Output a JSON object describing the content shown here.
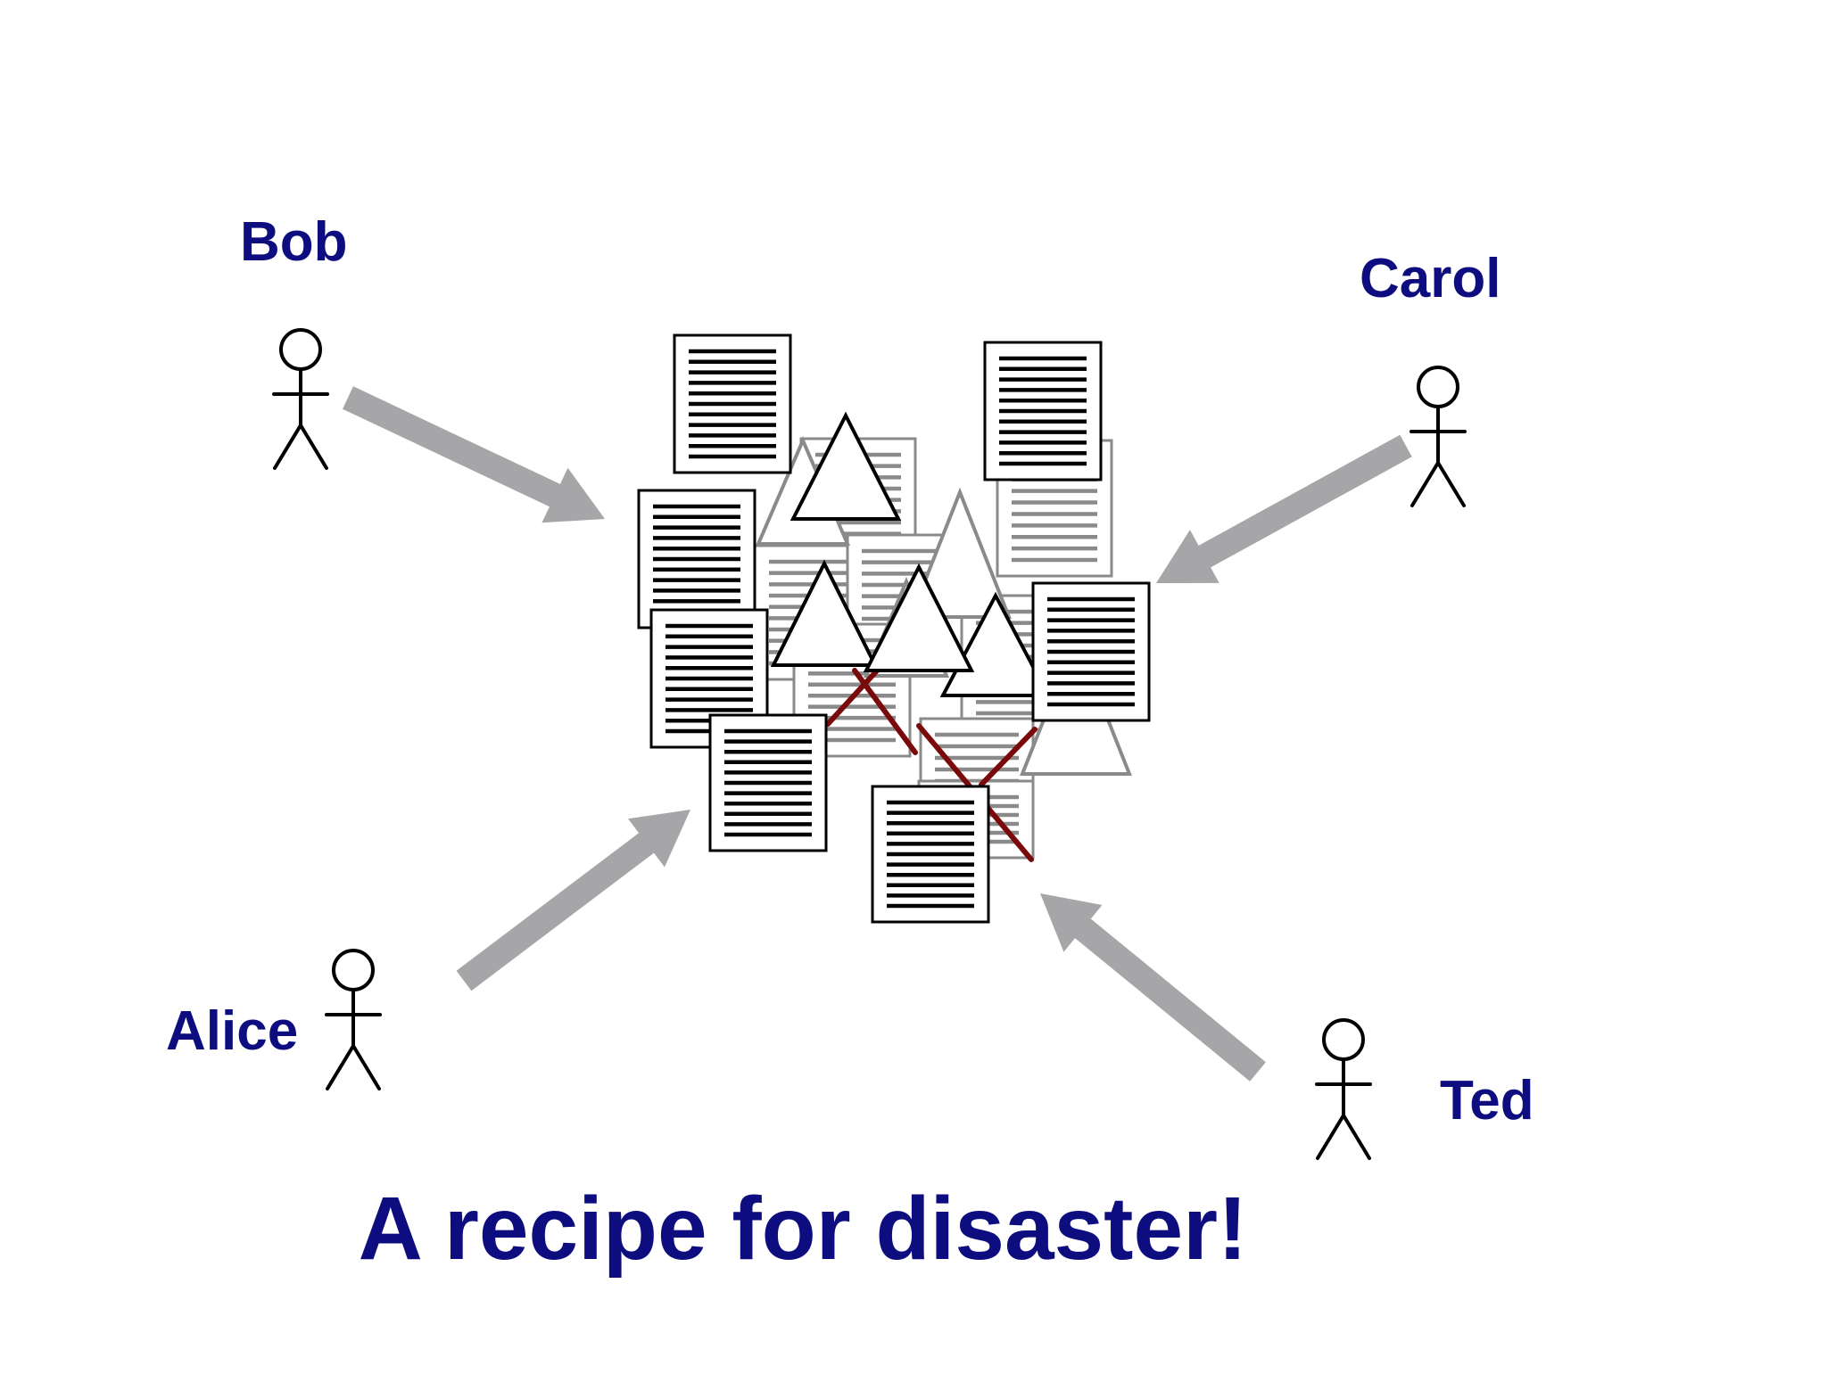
{
  "people": [
    {
      "id": "bob",
      "name": "Bob"
    },
    {
      "id": "carol",
      "name": "Carol"
    },
    {
      "id": "alice",
      "name": "Alice"
    },
    {
      "id": "ted",
      "name": "Ted"
    }
  ],
  "caption": "A recipe for disaster!",
  "colors": {
    "text": "#0d0d80",
    "arrow": "#a6a5a7",
    "stick_figure": "#000000",
    "document_active": "#000000",
    "document_faded": "#8a8a8a",
    "conflict_line": "#7a0a0a"
  },
  "icons": [
    "stick-figure-icon",
    "document-icon",
    "triangle-icon",
    "arrow-icon"
  ]
}
